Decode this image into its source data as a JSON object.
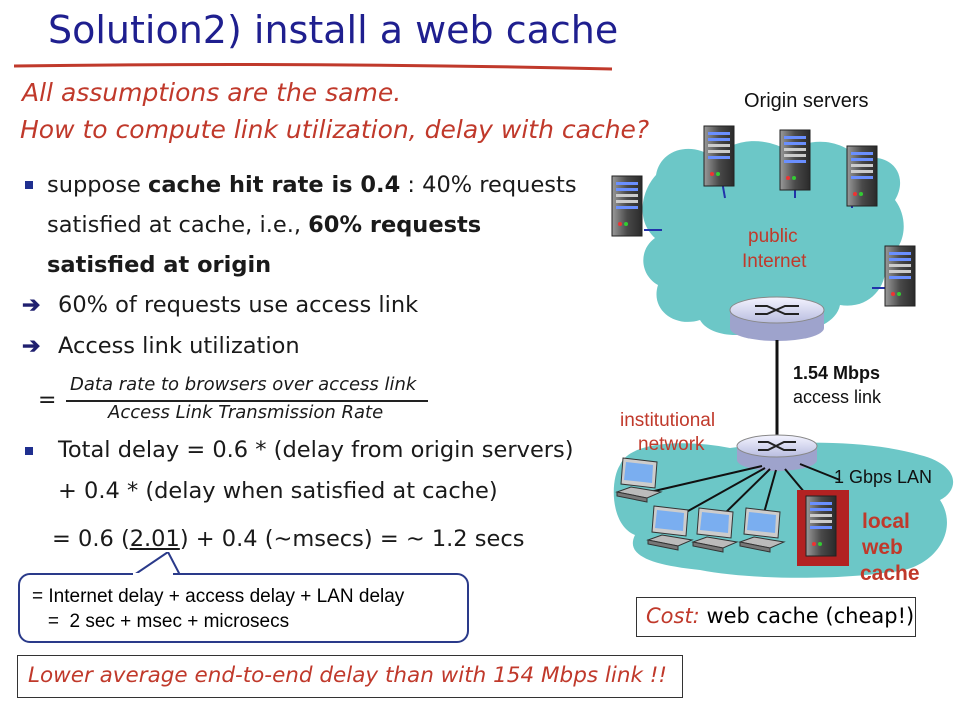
{
  "title": "Solution2) install a web cache",
  "subtitle_line1": "All assumptions are the same.",
  "subtitle_line2": "How to compute link utilization, delay with cache?",
  "bullet1": {
    "pre": "suppose ",
    "bold1": "cache hit rate is 0.4",
    "mid": " : 40% requests",
    "line2_pre": "satisfied at cache, i.e., ",
    "bold2": "60% requests",
    "line3_bold": "satisfied at origin"
  },
  "arrow1": "60% of requests use access link",
  "arrow2": "Access link utilization",
  "fraction": {
    "eq": "=",
    "numerator": "Data rate to browsers over access link",
    "denominator": "Access Link Transmission Rate"
  },
  "bullet2": {
    "line1": "Total delay = 0.6 * (delay from origin servers)",
    "line2": "+ 0.4 * (delay when satisfied at cache)",
    "line3_pre": "= 0.6 (",
    "line3_underlined": "2.01",
    "line3_post": ") + 0.4 (~msecs) = ~ 1.2 secs"
  },
  "callout": {
    "line1": "= Internet delay + access delay + LAN delay",
    "line2": "   =  2 sec + msec + microsecs"
  },
  "footer": "Lower average end-to-end delay than with 154 Mbps link !!",
  "diagram": {
    "origin_servers": "Origin servers",
    "public_internet_l1": "public",
    "public_internet_l2": "Internet",
    "access_rate": "1.54 Mbps",
    "access_link": "access link",
    "institutional_l1": "institutional",
    "institutional_l2": "network",
    "lan": "1 Gbps LAN",
    "cache_l1": "local",
    "cache_l2": "web",
    "cache_l3": "cache",
    "cost_label": "Cost:",
    "cost_text": " web cache (cheap!)"
  },
  "colors": {
    "title": "#1f1f8f",
    "accent_red": "#c0392b",
    "cloud": "#6cc7c7",
    "cache_box": "#b22222"
  }
}
